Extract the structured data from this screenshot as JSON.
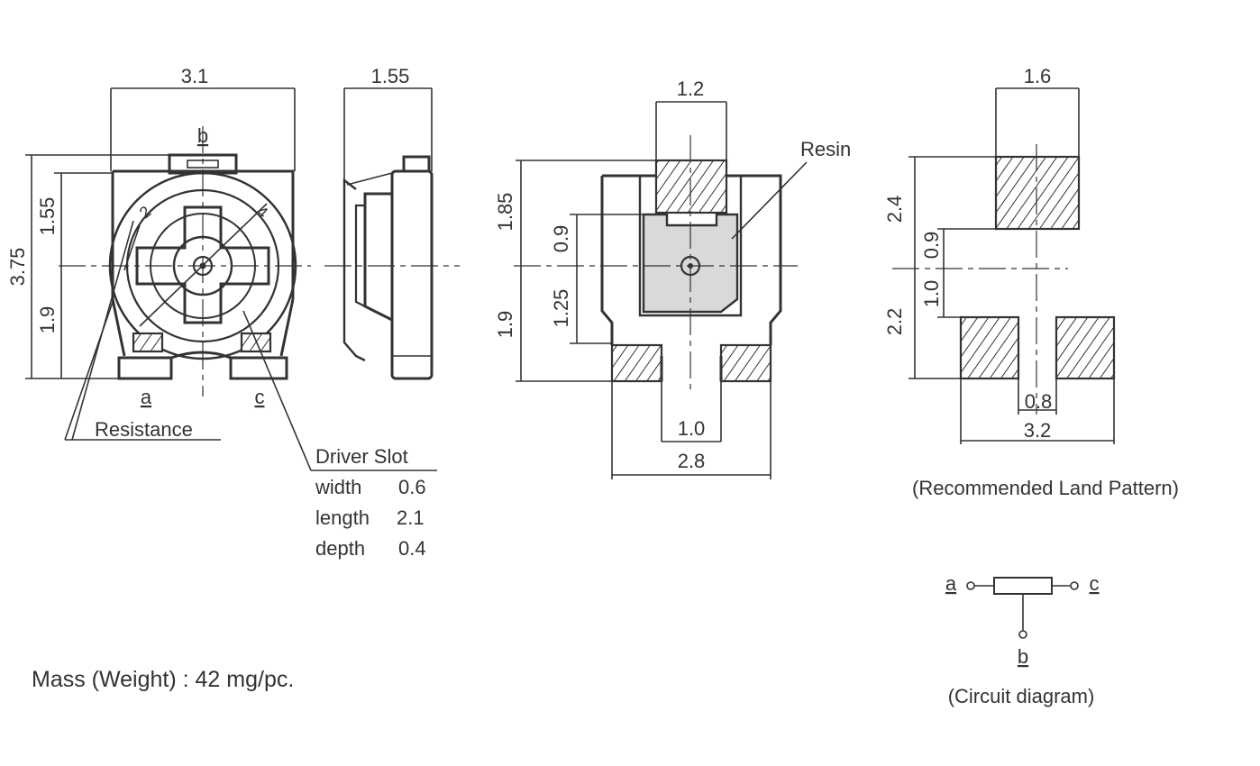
{
  "dimensions": {
    "front": {
      "width": "3.1",
      "height": "3.75",
      "upper": "1.55",
      "lower": "1.9"
    },
    "side": {
      "depth": "1.55"
    },
    "bottom": {
      "top_width": "1.2",
      "upper": "1.85",
      "lower": "1.9",
      "resin_upper": "0.9",
      "resin_lower": "1.25",
      "gap": "1.0",
      "width": "2.8"
    },
    "land": {
      "top_width": "1.6",
      "upper": "2.4",
      "gap_upper": "0.9",
      "gap_lower": "1.0",
      "lower": "2.2",
      "slot": "0.8",
      "width": "3.2"
    }
  },
  "labels": {
    "terminal_a": "a",
    "terminal_b": "b",
    "terminal_c": "c",
    "mark_2": "2",
    "mark_4": "4",
    "resistance": "Resistance",
    "resin": "Resin",
    "driver_slot": {
      "title": "Driver Slot",
      "rows": [
        {
          "name": "width",
          "value": "0.6"
        },
        {
          "name": "length",
          "value": "2.1"
        },
        {
          "name": "depth",
          "value": "0.4"
        }
      ]
    },
    "land_pattern": "(Recommended Land Pattern)",
    "circuit": "(Circuit diagram)",
    "mass": "Mass (Weight) : 42 mg/pc."
  }
}
